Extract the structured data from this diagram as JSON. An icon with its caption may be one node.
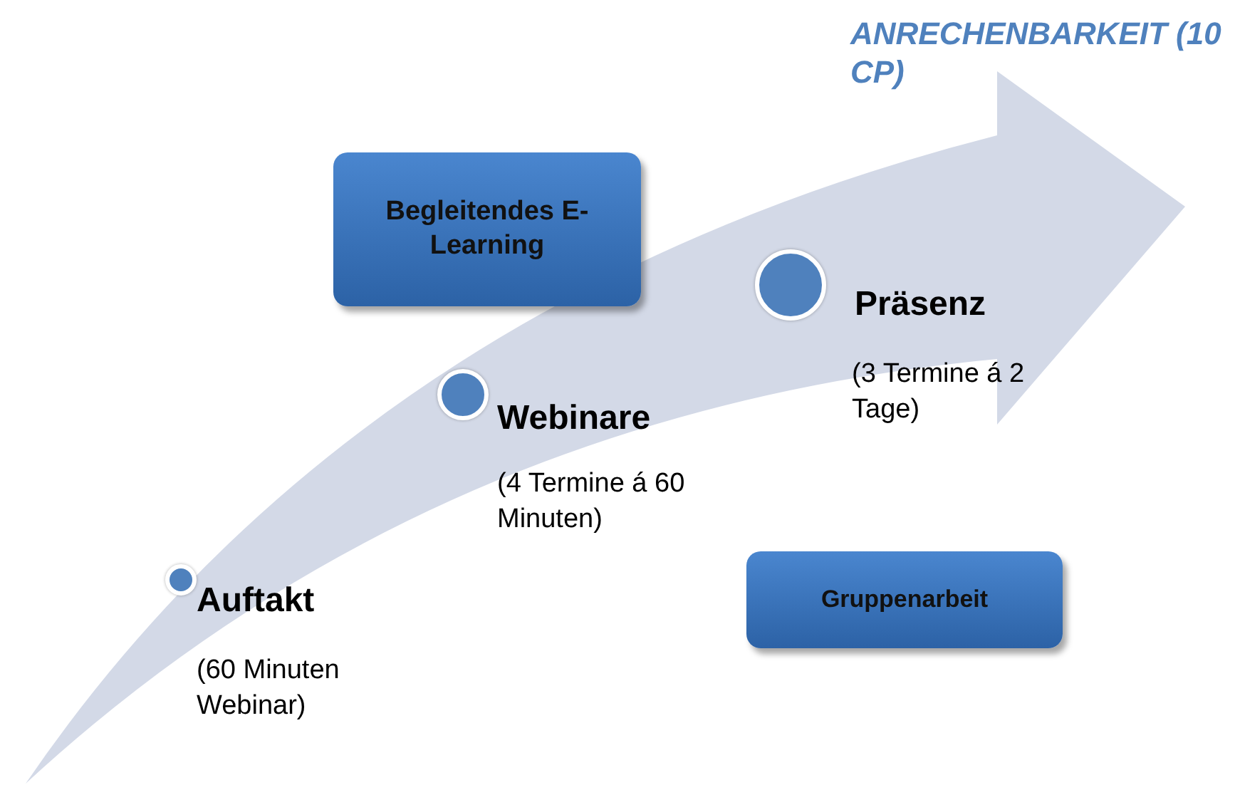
{
  "diagram": {
    "nodes": [
      {
        "text": [
          "Begleitendes E-Learning"
        ]
      },
      {
        "text": [],
        "shape": "circle",
        "beside": [
          "Präsenz",
          "(3 Termine á 2 Tage)"
        ]
      },
      {
        "text": [],
        "shape": "circle",
        "beside": [
          "Webinare",
          "(4 Termine á 60 Minuten)"
        ]
      },
      {
        "text": [
          "Gruppenarbeit"
        ]
      },
      {
        "text": [],
        "shape": "circle",
        "beside": [
          "Auftakt",
          "(60 Minuten Webinar)"
        ]
      }
    ],
    "labels": [
      "ANRECHENBARKEIT (10 CP)"
    ]
  }
}
